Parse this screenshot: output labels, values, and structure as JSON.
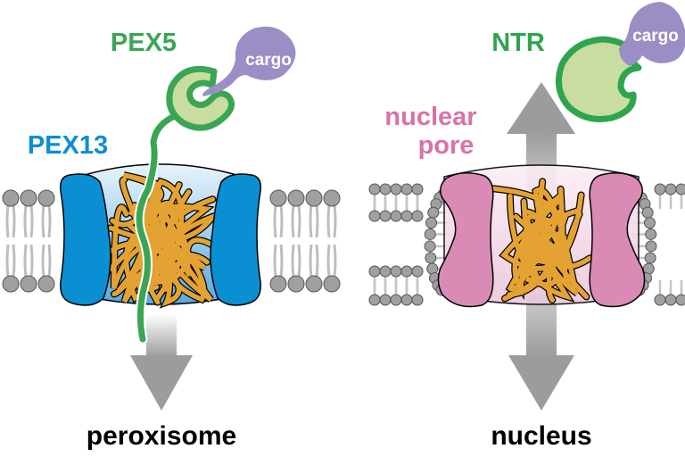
{
  "colors": {
    "pex_green": "#3aa655",
    "ntr_green": "#2fa44f",
    "light_green": "#c8dd9f",
    "pex13_blue": "#0a8fd3",
    "pore_pink": "#d98bb6",
    "label_pink": "#d673a8",
    "cargo_purple": "#9b8ec4",
    "fg_orange": "#e4a232",
    "lipid_gray": "#9a9a9a",
    "arrow_gray": "#9c9c9c",
    "text_black": "#000000"
  },
  "left_panel": {
    "receptor_label": "PEX5",
    "channel_label": "PEX13",
    "cargo_label": "cargo",
    "destination_label": "peroxisome"
  },
  "right_panel": {
    "receptor_label": "NTR",
    "channel_label_line1": "nuclear",
    "channel_label_line2": "pore",
    "cargo_label": "cargo",
    "destination_label": "nucleus"
  }
}
